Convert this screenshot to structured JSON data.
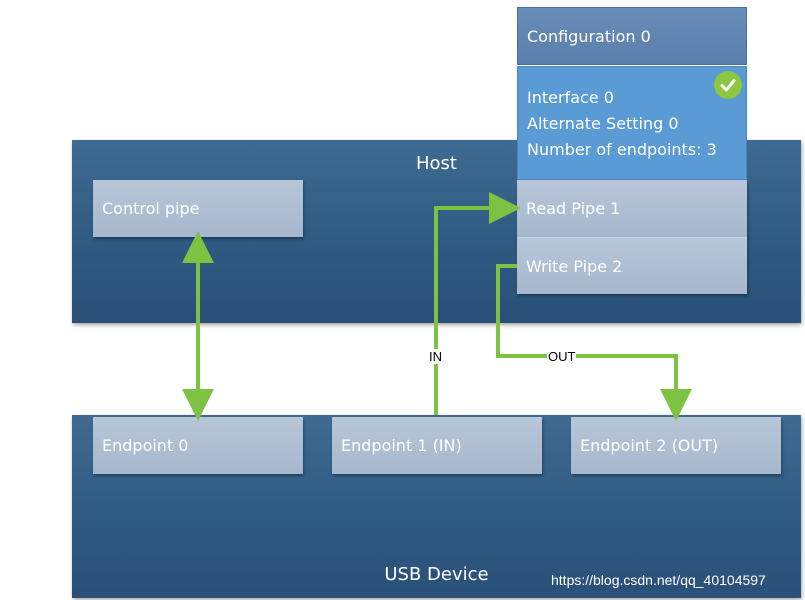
{
  "host": {
    "title": "Host",
    "control_pipe": "Control pipe",
    "read_pipe": "Read Pipe 1",
    "write_pipe": "Write Pipe 2"
  },
  "configuration": {
    "header": "Configuration 0",
    "interface": "Interface 0",
    "alternate_setting": "Alternate Setting 0",
    "num_endpoints": "Number of endpoints: 3"
  },
  "device": {
    "title": "USB Device",
    "endpoint0": "Endpoint 0",
    "endpoint1": "Endpoint 1 (IN)",
    "endpoint2": "Endpoint 2 (OUT)"
  },
  "arrows": {
    "in_label": "IN",
    "out_label": "OUT"
  },
  "watermark": "https://blog.csdn.net/qq_40104597",
  "colors": {
    "panel": "#2f5a82",
    "box": "#a6b7cd",
    "config_body": "#5b9bd5",
    "arrow": "#7dc243",
    "check": "#8dc63f"
  }
}
